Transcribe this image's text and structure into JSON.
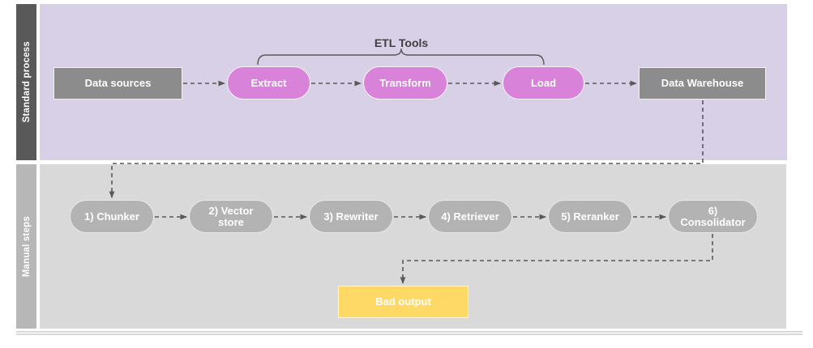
{
  "diagram": {
    "title_label": "ETL Tools",
    "lanes": [
      {
        "name": "standard-process",
        "label": "Standard process",
        "color": "#595959",
        "body_color": "#d8d0e6"
      },
      {
        "name": "manual-steps",
        "label": "Manual steps",
        "color": "#b7b7b7",
        "body_color": "#d9d9d9"
      }
    ],
    "nodes": {
      "data_sources": "Data sources",
      "extract": "Extract",
      "transform": "Transform",
      "load": "Load",
      "warehouse": "Data Warehouse",
      "chunker": "1) Chunker",
      "vector_store_line1": "2) Vector",
      "vector_store_line2": "store",
      "rewriter": "3) Rewriter",
      "retriever": "4) Retriever",
      "reranker": "5) Reranker",
      "consolidator_line1": "6)",
      "consolidator_line2": "Consolidator",
      "bad_output": "Bad output"
    },
    "colors": {
      "etl_pill": "#d982d9",
      "gray_node": "#8c8c8c",
      "step_pill": "#b3b3b3",
      "warn": "#ffd966",
      "connector": "#595959",
      "lane_purple": "#d8d0e6",
      "lane_gray": "#d9d9d9"
    },
    "flow": {
      "standard_sequence": [
        "Data sources",
        "Extract",
        "Transform",
        "Load",
        "Data Warehouse"
      ],
      "manual_sequence": [
        "1) Chunker",
        "2) Vector store",
        "3) Rewriter",
        "4) Retriever",
        "5) Reranker",
        "6) Consolidator"
      ],
      "cross_lane": "Data Warehouse -> 1) Chunker",
      "terminal": "6) Consolidator -> Bad output",
      "bracket_over": [
        "Extract",
        "Transform",
        "Load"
      ]
    }
  }
}
